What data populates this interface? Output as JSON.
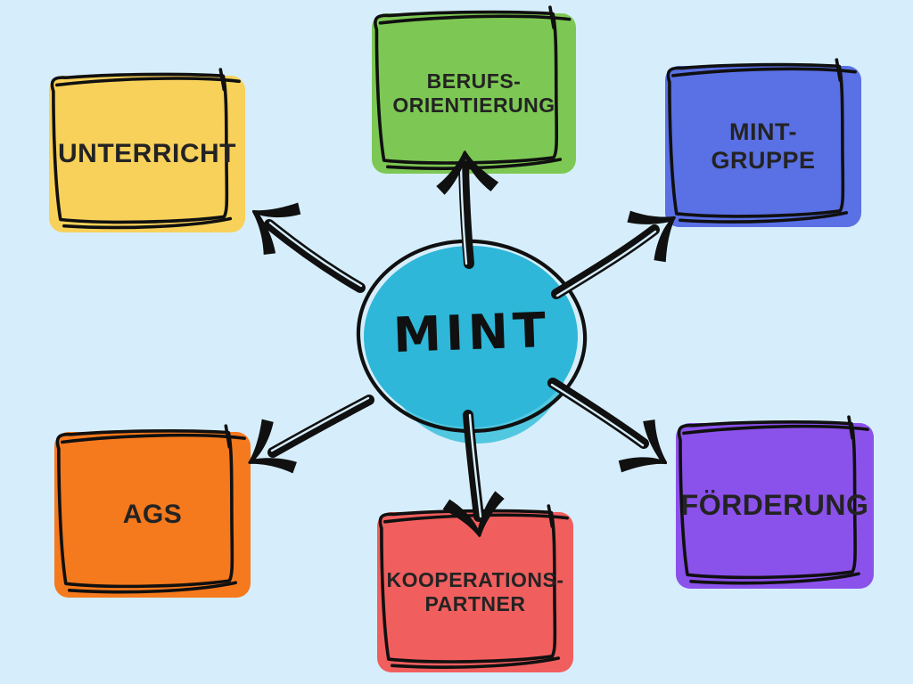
{
  "background_color": "#d6eefb",
  "ink_color": "#101010",
  "text_color": "#232323",
  "center": {
    "label": "MINT",
    "fill_color": "#2eb7d8",
    "underlay_color": "#52c8e0"
  },
  "nodes": [
    {
      "id": "unterricht",
      "label": "UNTERRICHT",
      "color": "#f8d15a"
    },
    {
      "id": "berufsorientierung",
      "label": "BERUFS-\nORIENTIERUNG",
      "color": "#7dc854"
    },
    {
      "id": "mint-gruppe",
      "label": "MINT-\nGRUPPE",
      "color": "#5a70e5"
    },
    {
      "id": "ags",
      "label": "AGS",
      "color": "#f5791d"
    },
    {
      "id": "kooperationspartner",
      "label": "KOOPERATIONS-\nPARTNER",
      "color": "#f15e5e"
    },
    {
      "id": "foerderung",
      "label": "FÖRDERUNG",
      "color": "#8b51eb"
    }
  ]
}
